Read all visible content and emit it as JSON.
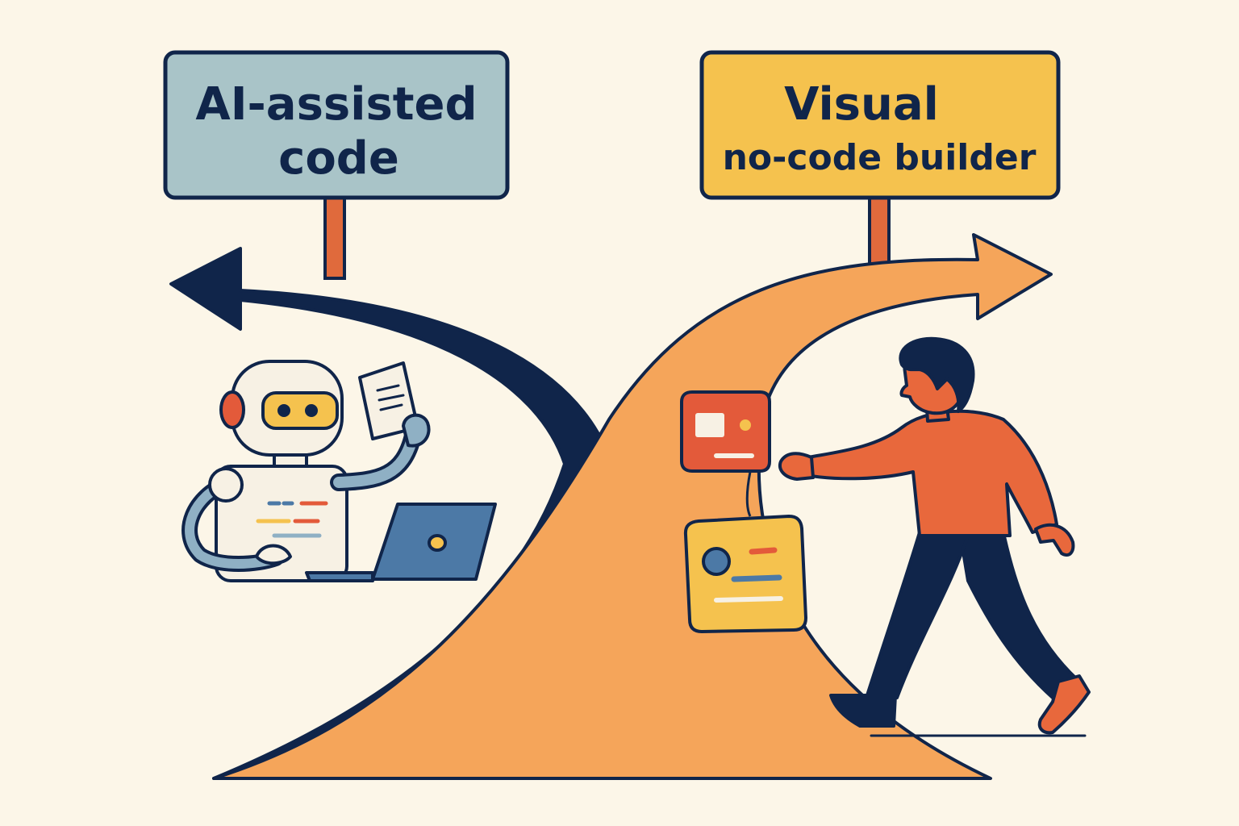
{
  "signs": {
    "left": {
      "line1": "AI-assisted",
      "line2": "code"
    },
    "right": {
      "line1": "Visual",
      "line2": "no-code builder"
    }
  },
  "colors": {
    "background": "#fcf6e8",
    "navy": "#10254a",
    "orange_path": "#f5a55a",
    "left_sign": "#a9c4c8",
    "right_sign": "#f5c24e",
    "post": "#e06a3c",
    "shirt": "#e8683c",
    "card_red": "#e35a3a",
    "card_yellow": "#f5c24e",
    "robot_body": "#f7f1e4",
    "robot_arm": "#8fb0c4",
    "laptop": "#4c79a6"
  },
  "icons": {
    "left_arrow": "arrow-left-icon",
    "right_arrow": "arrow-right-icon",
    "robot": "robot-icon",
    "laptop": "laptop-icon",
    "document": "document-icon",
    "person": "person-icon",
    "ui_card_red": "ui-card-icon",
    "ui_card_yellow": "ui-card-icon"
  }
}
